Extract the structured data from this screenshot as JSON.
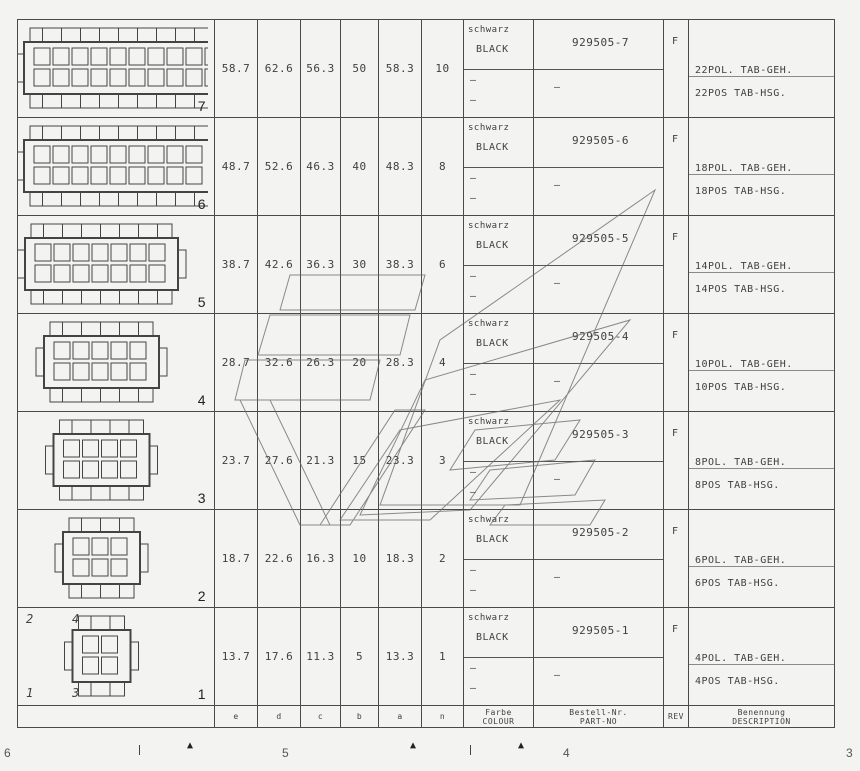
{
  "rows": [
    {
      "pos": "7",
      "e": "58.7",
      "d": "62.6",
      "c": "56.3",
      "b": "50",
      "a": "58.3",
      "n": "10",
      "colour_de": "schwarz",
      "colour_en": "BLACK",
      "dash1": "–",
      "dash2": "–",
      "part_no": "929505-7",
      "part_dash": "–",
      "rev": "F",
      "desc_de": "22POL. TAB-GEH.",
      "desc_en": "22POS TAB-HSG."
    },
    {
      "pos": "6",
      "e": "48.7",
      "d": "52.6",
      "c": "46.3",
      "b": "40",
      "a": "48.3",
      "n": "8",
      "colour_de": "schwarz",
      "colour_en": "BLACK",
      "dash1": "–",
      "dash2": "–",
      "part_no": "929505-6",
      "part_dash": "–",
      "rev": "F",
      "desc_de": "18POL. TAB-GEH.",
      "desc_en": "18POS TAB-HSG."
    },
    {
      "pos": "5",
      "e": "38.7",
      "d": "42.6",
      "c": "36.3",
      "b": "30",
      "a": "38.3",
      "n": "6",
      "colour_de": "schwarz",
      "colour_en": "BLACK",
      "dash1": "–",
      "dash2": "–",
      "part_no": "929505-5",
      "part_dash": "–",
      "rev": "F",
      "desc_de": "14POL. TAB-GEH.",
      "desc_en": "14POS TAB-HSG."
    },
    {
      "pos": "4",
      "e": "28.7",
      "d": "32.6",
      "c": "26.3",
      "b": "20",
      "a": "28.3",
      "n": "4",
      "colour_de": "schwarz",
      "colour_en": "BLACK",
      "dash1": "–",
      "dash2": "–",
      "part_no": "929505-4",
      "part_dash": "–",
      "rev": "F",
      "desc_de": "10POL. TAB-GEH.",
      "desc_en": "10POS TAB-HSG."
    },
    {
      "pos": "3",
      "e": "23.7",
      "d": "27.6",
      "c": "21.3",
      "b": "15",
      "a": "23.3",
      "n": "3",
      "colour_de": "schwarz",
      "colour_en": "BLACK",
      "dash1": "–",
      "dash2": "–",
      "part_no": "929505-3",
      "part_dash": "–",
      "rev": "F",
      "desc_de": "8POL. TAB-GEH.",
      "desc_en": "8POS TAB-HSG."
    },
    {
      "pos": "2",
      "e": "18.7",
      "d": "22.6",
      "c": "16.3",
      "b": "10",
      "a": "18.3",
      "n": "2",
      "colour_de": "schwarz",
      "colour_en": "BLACK",
      "dash1": "–",
      "dash2": "–",
      "part_no": "929505-2",
      "part_dash": "–",
      "rev": "F",
      "desc_de": "6POL. TAB-GEH.",
      "desc_en": "6POS TAB-HSG."
    },
    {
      "pos": "1",
      "e": "13.7",
      "d": "17.6",
      "c": "11.3",
      "b": "5",
      "a": "13.3",
      "n": "1",
      "colour_de": "schwarz",
      "colour_en": "BLACK",
      "dash1": "–",
      "dash2": "–",
      "part_no": "929505-1",
      "part_dash": "–",
      "rev": "F",
      "desc_de": "4POL. TAB-GEH.",
      "desc_en": "4POS TAB-HSG."
    }
  ],
  "pin_labels": {
    "top_left": "2",
    "top_right": "4",
    "bottom_left": "1",
    "bottom_right": "3"
  },
  "header": {
    "e": "e",
    "d": "d",
    "c": "c",
    "b": "b",
    "a": "a",
    "n": "n",
    "colour_de": "Farbe",
    "colour_en": "COLOUR",
    "part_de": "Bestell-Nr.",
    "part_en": "PART-NO",
    "rev": "REV",
    "desc_de": "Benennung",
    "desc_en": "DESCRIPTION"
  },
  "zones": {
    "z6": "6",
    "z5": "5",
    "z4": "4",
    "z3": "3"
  },
  "icons": {
    "connector": "connector-drawing-icon",
    "arrow": "zone-arrow-icon",
    "watermark": "logo-watermark-icon"
  }
}
